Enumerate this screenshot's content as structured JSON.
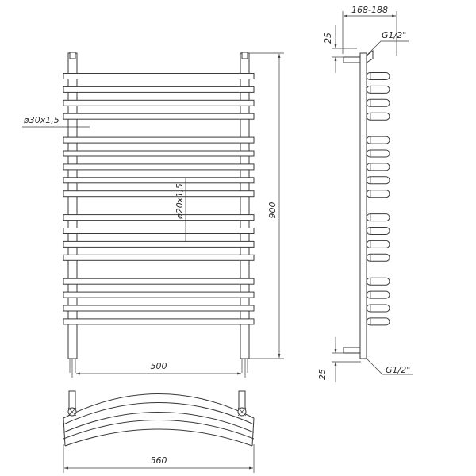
{
  "dimensions": {
    "height": "900",
    "width_inner": "500",
    "width_bottom": "560",
    "depth": "168-188",
    "collector_pipe": "ø30x1,5",
    "rail_pipe": "ø20x1,5",
    "connection_offset_top": "25",
    "connection_offset_bottom": "25",
    "thread_top": "G1/2\"",
    "thread_bottom": "G1/2\""
  },
  "rails": {
    "groups": [
      4,
      5,
      4,
      4
    ],
    "count": 17
  },
  "colors": {
    "line": "#3a3a3a",
    "background": "#ffffff"
  }
}
